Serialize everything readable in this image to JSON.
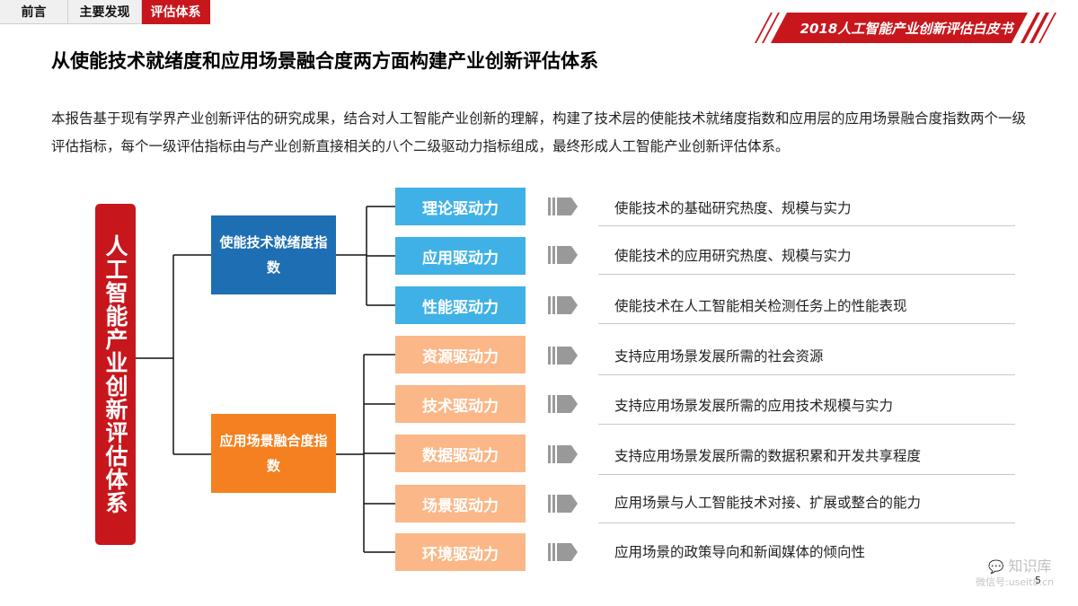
{
  "tabs": [
    {
      "label": "前言"
    },
    {
      "label": "主要发现"
    },
    {
      "label": "评估体系"
    }
  ],
  "banner": {
    "label": "2018人工智能产业创新评估白皮书"
  },
  "page_title": "从使能技术就绪度和应用场景融合度两方面构建产业创新评估体系",
  "intro": "本报告基于现有学界产业创新评估的研究成果，结合对人工智能产业创新的理解，构建了技术层的使能技术就绪度指数和应用层的应用场景融合度指数两个一级评估指标，每个一级评估指标由与产业创新直接相关的八个二级驱动力指标组成，最终形成人工智能产业创新评估体系。",
  "diagram": {
    "root": "人工智能产业创新评估体系",
    "level1": [
      {
        "label": "使能技术就绪度指数",
        "color": "#1e6eb3"
      },
      {
        "label": "应用场景融合度指数",
        "color": "#f5801f"
      }
    ],
    "drivers": [
      {
        "label": "理论驱动力",
        "desc": "使能技术的基础研究热度、规模与实力"
      },
      {
        "label": "应用驱动力",
        "desc": "使能技术的应用研究热度、规模与实力"
      },
      {
        "label": "性能驱动力",
        "desc": "使能技术在人工智能相关检测任务上的性能表现"
      },
      {
        "label": "资源驱动力",
        "desc": "支持应用场景发展所需的社会资源"
      },
      {
        "label": "技术驱动力",
        "desc": "支持应用场景发展所需的应用技术规模与实力"
      },
      {
        "label": "数据驱动力",
        "desc": "支持应用场景发展所需的数据积累和开发共享程度"
      },
      {
        "label": "场景驱动力",
        "desc": "应用场景与人工智能技术对接、扩展或整合的能力"
      },
      {
        "label": "环境驱动力",
        "desc": "应用场景的政策导向和新闻媒体的倾向性"
      }
    ]
  },
  "watermark": {
    "top": "知识库",
    "bottom": "微信号:useit8.cn"
  },
  "page_number": "5"
}
